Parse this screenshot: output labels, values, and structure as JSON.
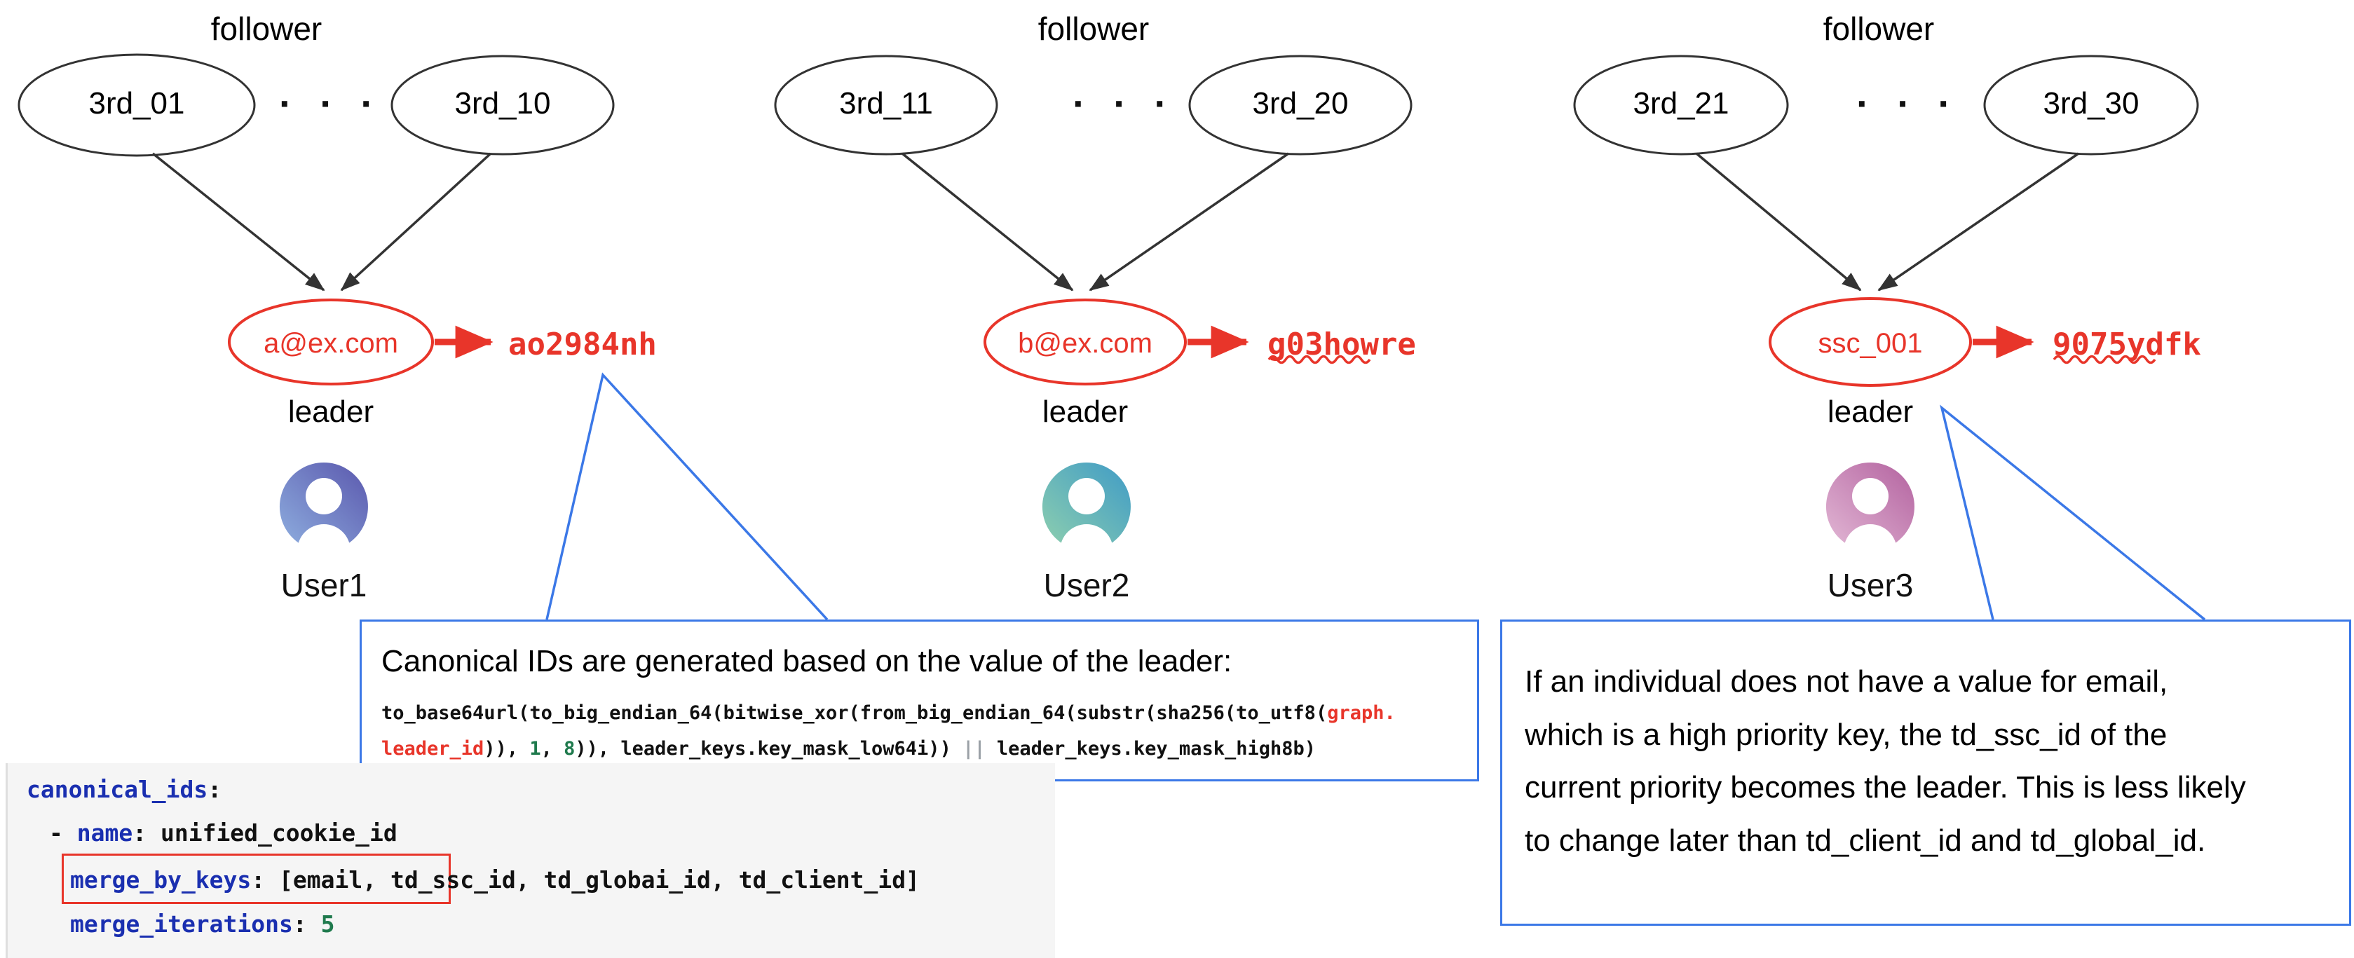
{
  "diagram": {
    "groups": [
      {
        "follower_label": "follower",
        "node_left": "3rd_01",
        "node_right": "3rd_10",
        "ellipsis": "· · ·",
        "leader_value": "a@ex.com",
        "leader_label": "leader",
        "canonical_id": "ao2984nh",
        "user_label": "User1",
        "avatar_color_start": "#7e8fd4",
        "avatar_color_end": "#5f5fb0"
      },
      {
        "follower_label": "follower",
        "node_left": "3rd_11",
        "node_right": "3rd_20",
        "ellipsis": "· · ·",
        "leader_value": "b@ex.com",
        "leader_label": "leader",
        "canonical_id": "g03howre",
        "user_label": "User2",
        "avatar_color_start": "#7fc6a8",
        "avatar_color_end": "#4a9fc4"
      },
      {
        "follower_label": "follower",
        "node_left": "3rd_21",
        "node_right": "3rd_30",
        "ellipsis": "· · ·",
        "leader_value": "ssc_001",
        "leader_label": "leader",
        "canonical_id": "9075ydfk",
        "user_label": "User3",
        "avatar_color_start": "#dcaecd",
        "avatar_color_end": "#b868a8"
      }
    ],
    "colors": {
      "leader_red": "#e8352a",
      "callout_blue": "#3b78e7",
      "edge_black": "#333333"
    }
  },
  "callout_code": {
    "title": "Canonical IDs are generated based on the value of the leader:",
    "code_line_1_a": "to_base64url(to_big_endian_64(bitwise_xor(from_big_endian_64(substr(sha256(to_utf8(",
    "code_line_1_b": "graph.",
    "code_line_2_a": "leader_id",
    "code_line_2_b": ")), ",
    "code_line_2_c": "1",
    "code_line_2_d": ", ",
    "code_line_2_e": "8",
    "code_line_2_f": ")), leader_keys.key_mask_low64i)) ",
    "code_line_2_g": "||",
    "code_line_2_h": " leader_keys.key_mask_high8b)"
  },
  "callout_note": {
    "line1": "If an individual does not have a value for email,",
    "line2": "which is a high priority key, the td_ssc_id of the",
    "line3": "current priority becomes the leader. This is less likely",
    "line4": "to change later than td_client_id and td_global_id."
  },
  "yaml": {
    "line1_key": "canonical_ids",
    "line1_colon": ":",
    "line2_dash": "- ",
    "line2_key": "name",
    "line2_rest": ": unified_cookie_id",
    "line3_key": "merge_by_keys",
    "line3_rest": ": [email, td_ssc_id, td_globai_id, td_client_id]",
    "line4_key": "merge_iterations",
    "line4_colon": ": ",
    "line4_value": "5"
  }
}
